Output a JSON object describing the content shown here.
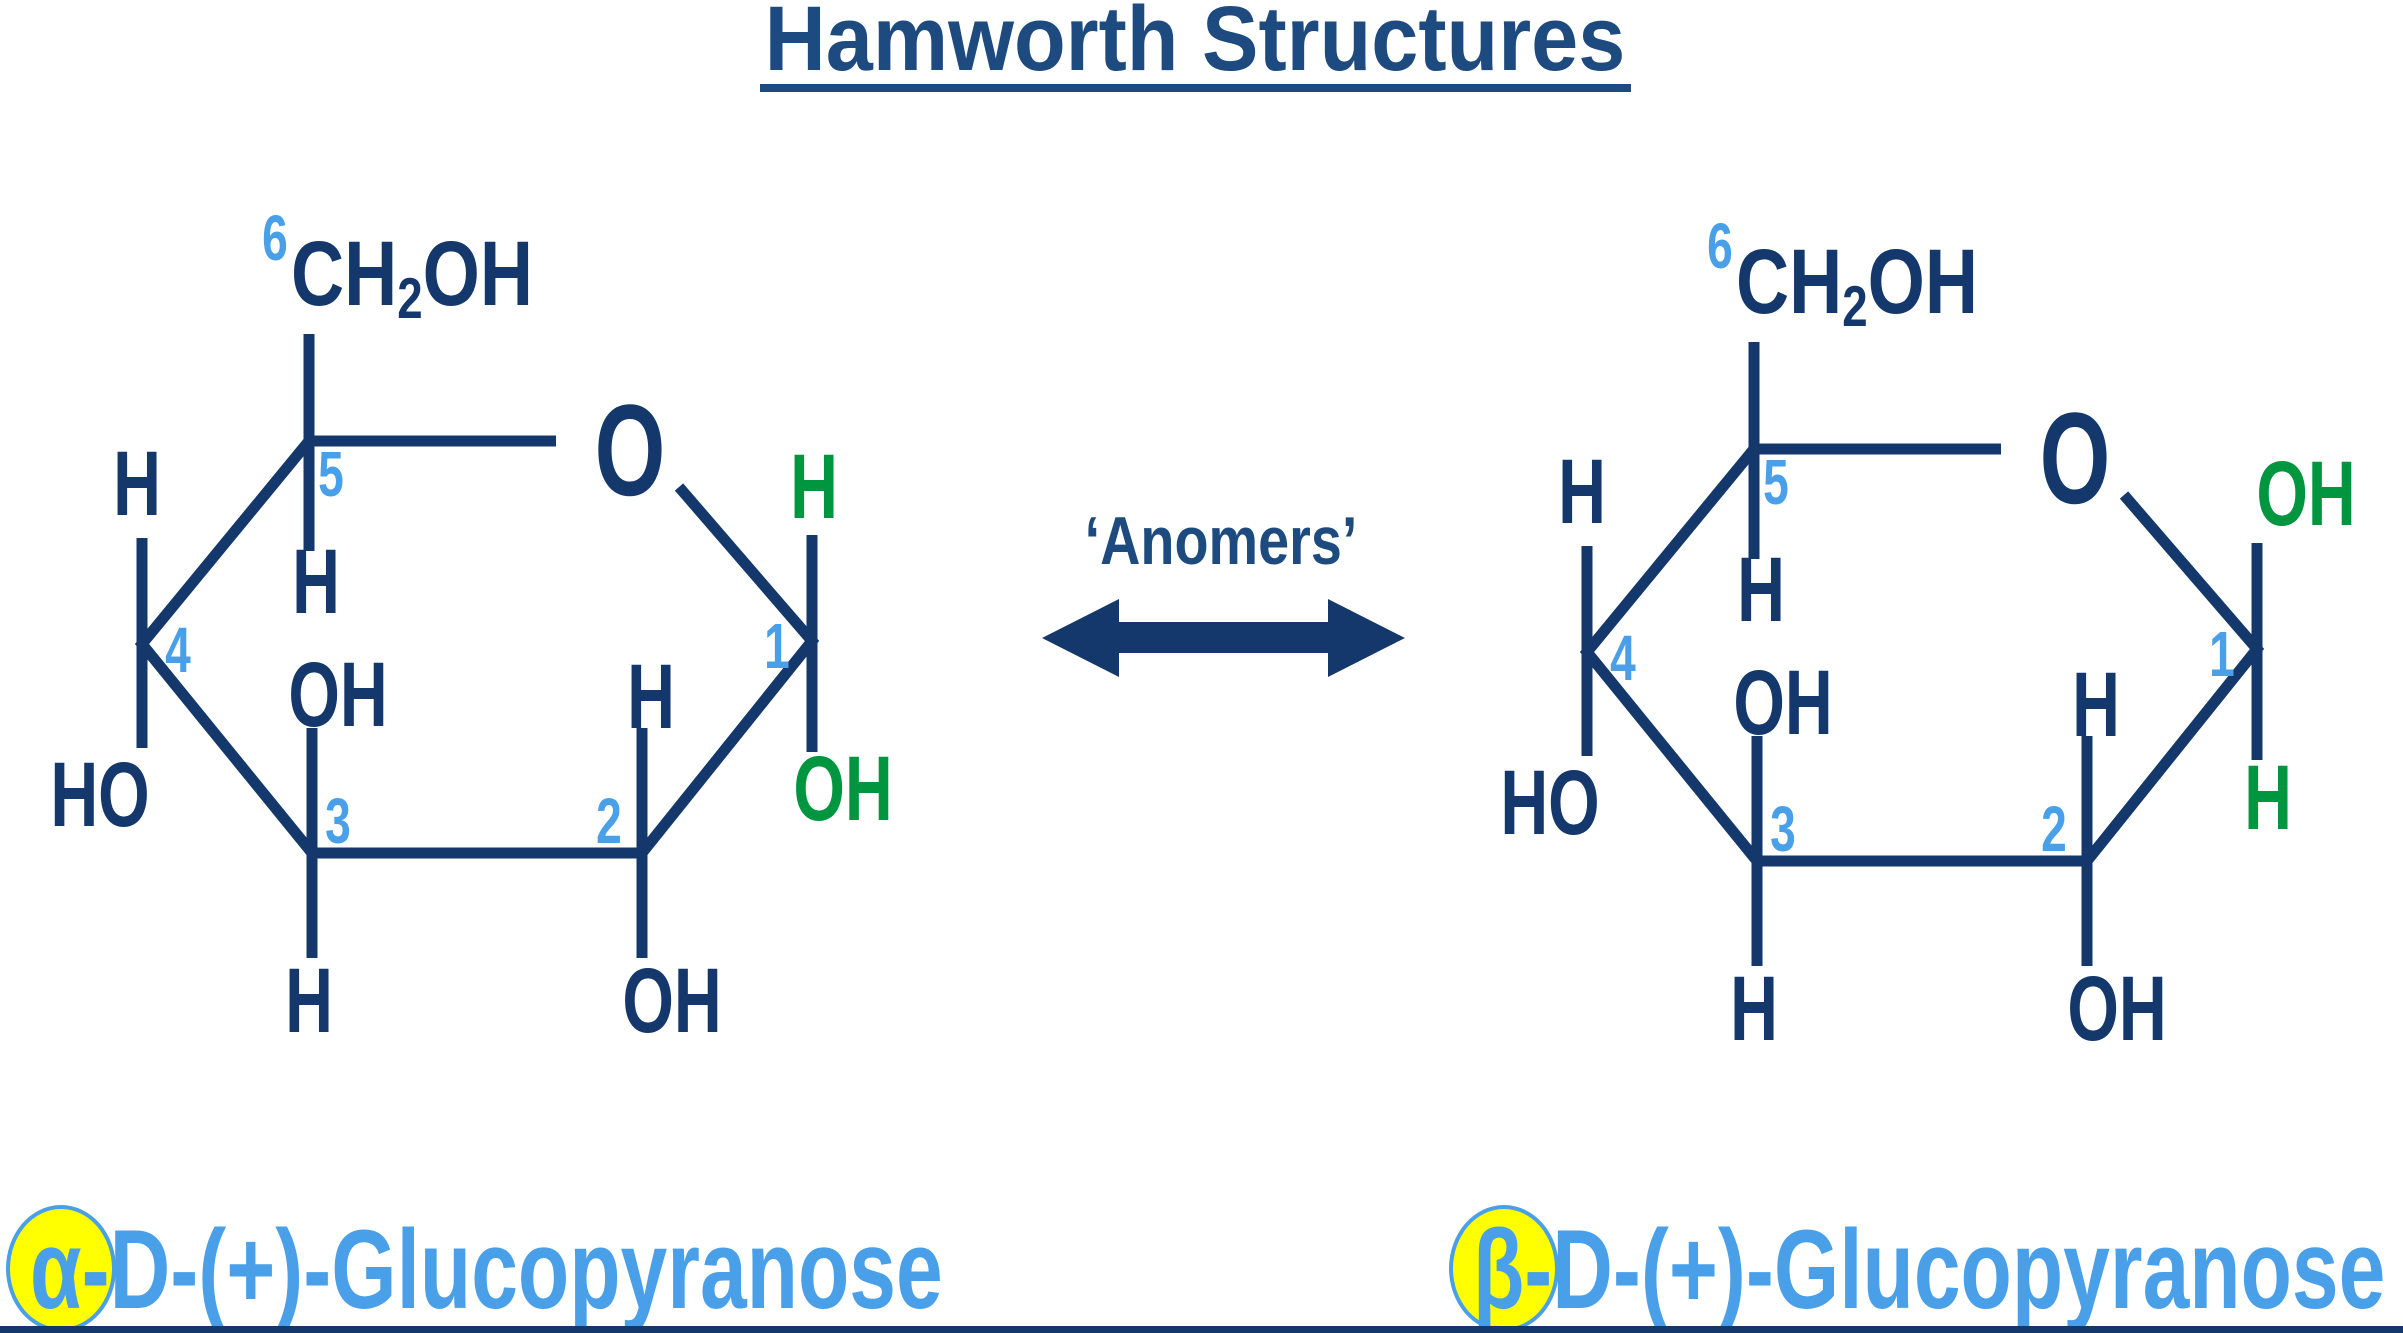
{
  "title": {
    "text": "Hamworth Structures"
  },
  "anomers_label": "‘Anomers’",
  "colors": {
    "structure_navy": "#14386b",
    "title_navy": "#1d4b7f",
    "light_blue": "#4aa0e8",
    "green": "#009640",
    "highlight_yellow": "#ffff00"
  },
  "structures": {
    "left": {
      "caption_symbol": "α-",
      "caption_rest": "D-(+)-Glucopyranose",
      "ring_oxygen": "O",
      "c6": {
        "num": "6",
        "pre": "CH",
        "sub": "2",
        "post": "OH"
      },
      "c5": {
        "num": "5",
        "h": "H"
      },
      "c4": {
        "num": "4",
        "top": "H",
        "bottom": "HO"
      },
      "c3": {
        "num": "3",
        "top": "OH",
        "bottom": "H"
      },
      "c2": {
        "num": "2",
        "top": "H",
        "bottom": "OH"
      },
      "c1": {
        "num": "1",
        "top": "H",
        "bottom": "OH"
      }
    },
    "right": {
      "caption_symbol": "β-",
      "caption_rest": "D-(+)-Glucopyranose",
      "ring_oxygen": "O",
      "c6": {
        "num": "6",
        "pre": "CH",
        "sub": "2",
        "post": "OH"
      },
      "c5": {
        "num": "5",
        "h": "H"
      },
      "c4": {
        "num": "4",
        "top": "H",
        "bottom": "HO"
      },
      "c3": {
        "num": "3",
        "top": "OH",
        "bottom": "H"
      },
      "c2": {
        "num": "2",
        "top": "H",
        "bottom": "OH"
      },
      "c1": {
        "num": "1",
        "top": "OH",
        "bottom": "H"
      }
    }
  }
}
